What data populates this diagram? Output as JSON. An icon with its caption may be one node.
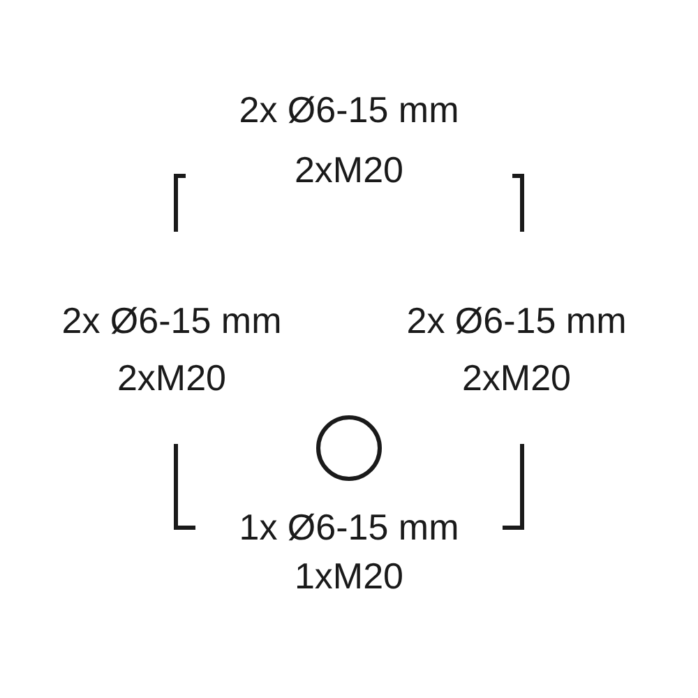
{
  "diagram": {
    "labels": [
      "2x Ø6-15 mm",
      "2xM20",
      "2x Ø6-15 mm",
      "2xM20",
      "2x Ø6-15 mm",
      "2xM20",
      "1x Ø6-15 mm",
      "1xM20"
    ]
  }
}
